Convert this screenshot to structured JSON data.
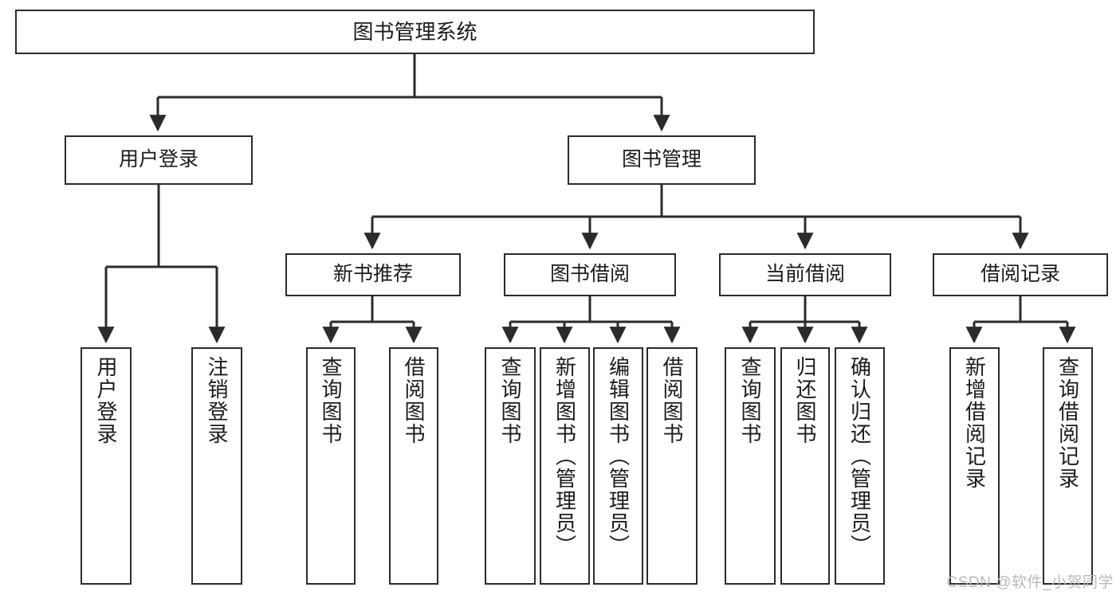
{
  "diagram": {
    "title": "图书管理系统",
    "type": "hierarchy-tree",
    "watermark": "CSDN @软件_小贺同学",
    "colors": {
      "box_border": "#2b2b2b",
      "box_fill": "#ffffff",
      "connector": "#2b2b2b",
      "text": "#1b1b1b",
      "watermark": "#b9b9b9"
    },
    "nodes": {
      "root": {
        "label": "图书管理系统"
      },
      "level2": [
        {
          "id": "user-login",
          "label": "用户登录"
        },
        {
          "id": "book-manage",
          "label": "图书管理"
        }
      ],
      "level3": [
        {
          "id": "new-book-recommend",
          "label": "新书推荐"
        },
        {
          "id": "book-borrow",
          "label": "图书借阅"
        },
        {
          "id": "current-borrow",
          "label": "当前借阅"
        },
        {
          "id": "borrow-record",
          "label": "借阅记录"
        }
      ],
      "leaves": {
        "user-login": [
          {
            "id": "leaf-user-login",
            "label": "用户登录"
          },
          {
            "id": "leaf-logout-login",
            "label": "注销登录"
          }
        ],
        "new-book-recommend": [
          {
            "id": "leaf-query-book-1",
            "label": "查询图书"
          },
          {
            "id": "leaf-borrow-book-1",
            "label": "借阅图书"
          }
        ],
        "book-borrow": [
          {
            "id": "leaf-query-book-2",
            "label": "查询图书"
          },
          {
            "id": "leaf-add-book",
            "label": "新增图书（管理员）"
          },
          {
            "id": "leaf-edit-book",
            "label": "编辑图书（管理员）"
          },
          {
            "id": "leaf-borrow-book-2",
            "label": "借阅图书"
          }
        ],
        "current-borrow": [
          {
            "id": "leaf-query-book-3",
            "label": "查询图书"
          },
          {
            "id": "leaf-return-book",
            "label": "归还图书"
          },
          {
            "id": "leaf-confirm-return",
            "label": "确认归还（管理员）"
          }
        ],
        "borrow-record": [
          {
            "id": "leaf-add-record",
            "label": "新增借阅记录"
          },
          {
            "id": "leaf-query-record",
            "label": "查询借阅记录"
          }
        ]
      }
    }
  }
}
